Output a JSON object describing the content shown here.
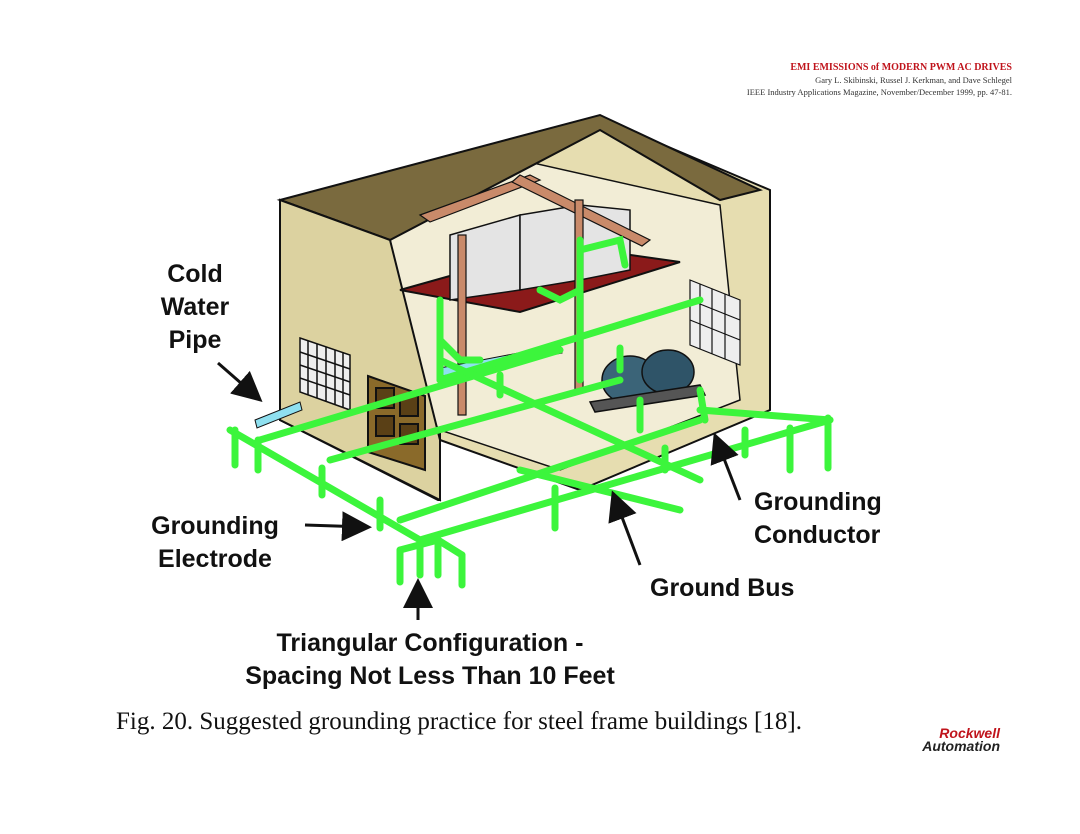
{
  "reference": {
    "title": "EMI EMISSIONS of MODERN PWM AC DRIVES",
    "authors": "Gary L. Skibinski,  Russel J. Kerkman,  and  Dave Schlegel",
    "journal": "IEEE Industry Applications Magazine, November/December 1999, pp. 47-81."
  },
  "labels": {
    "cold_water_pipe": [
      "Cold",
      "Water",
      "Pipe"
    ],
    "grounding_electrode": [
      "Grounding",
      "Electrode"
    ],
    "grounding_conductor": [
      "Grounding",
      "Conductor"
    ],
    "ground_bus": "Ground Bus",
    "triangular": [
      "Triangular Configuration -",
      "Spacing Not Less Than 10 Feet"
    ]
  },
  "caption": "Fig. 20.  Suggested grounding practice for steel frame buildings [18].",
  "logo": {
    "line1": "Rockwell",
    "line2": "Automation"
  },
  "colors": {
    "wall": "#e6ddb0",
    "wall_dark": "#c9bd8a",
    "roof": "#7a6a3e",
    "ground_bus": "#3cf53c",
    "floor": "#8b1a1a",
    "pipe": "#8fe0f0",
    "beam": "#c98a6a",
    "brand_red": "#c0141c"
  }
}
